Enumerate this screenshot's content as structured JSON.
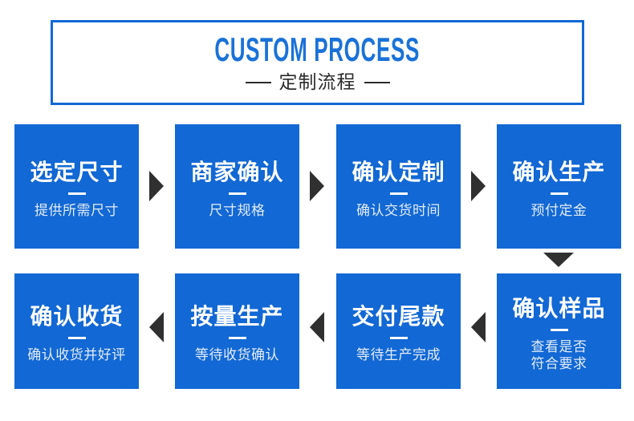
{
  "header": {
    "title_en": "CUSTOM PROCESS",
    "title_cn": "定制流程",
    "rule_left": "",
    "rule_right": "",
    "border_color": "#1268d4",
    "title_color": "#1a72d8",
    "subtitle_color": "#2b2b2b"
  },
  "theme": {
    "box_blue": "#1268d4",
    "arrow_dark": "#303030",
    "title_white": "#ffffff",
    "subtitle_light": "#e3ecfa",
    "page_background": "#ffffff"
  },
  "flow": {
    "row1": [
      {
        "title": "选定尺寸",
        "subtitle": "提供所需尺寸"
      },
      {
        "title": "商家确认",
        "subtitle": "尺寸规格"
      },
      {
        "title": "确认定制",
        "subtitle": "确认交货时间"
      },
      {
        "title": "确认生产",
        "subtitle": "预付定金"
      }
    ],
    "row2": [
      {
        "title": "确认收货",
        "subtitle": "确认收货并好评"
      },
      {
        "title": "按量生产",
        "subtitle": "等待收货确认"
      },
      {
        "title": "交付尾款",
        "subtitle": "等待生产完成"
      },
      {
        "title": "确认样品",
        "subtitle": "查看是否\n符合要求"
      }
    ],
    "arrows": {
      "row1": [
        "arrow-right-icon",
        "arrow-right-icon",
        "arrow-right-icon"
      ],
      "turn": "arrow-down-icon",
      "row2": [
        "arrow-left-icon",
        "arrow-left-icon",
        "arrow-left-icon"
      ]
    }
  }
}
